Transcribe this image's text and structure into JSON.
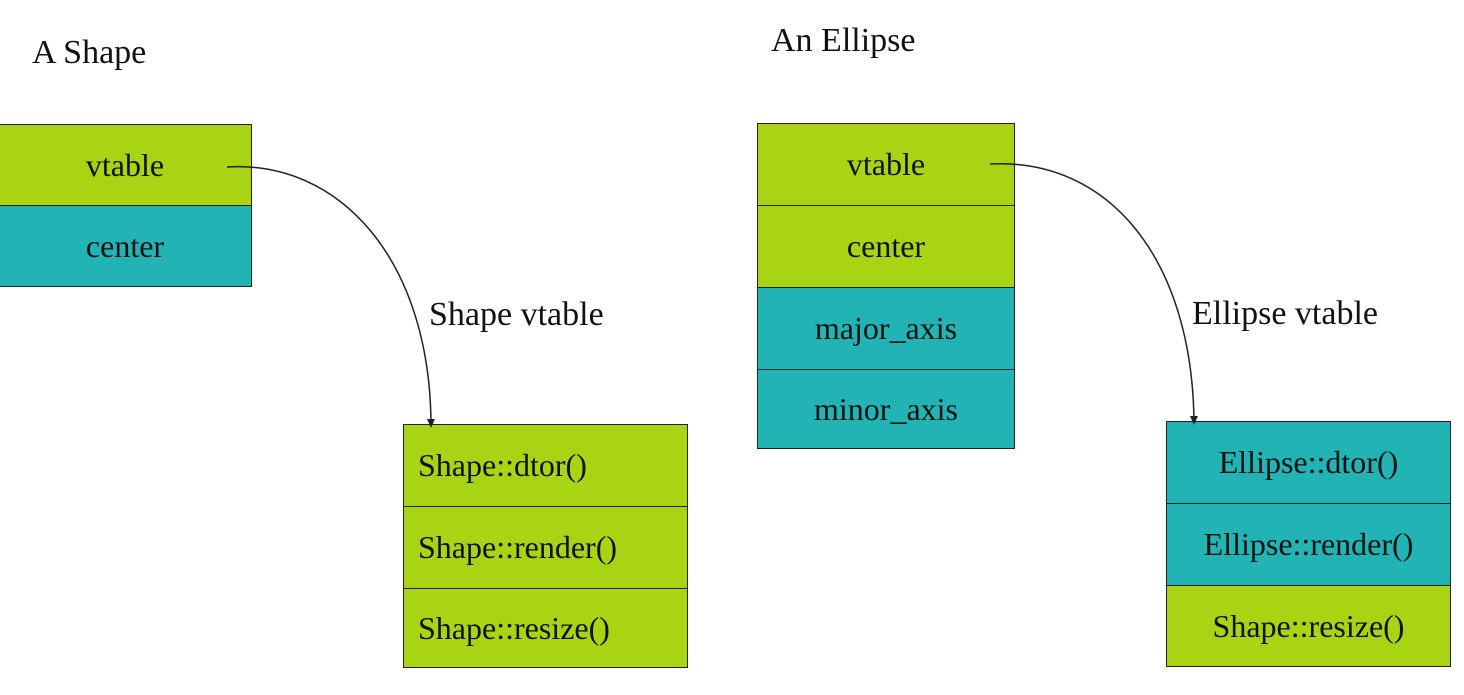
{
  "colors": {
    "field_green": "#a8d414",
    "field_teal": "#22b3b5",
    "outline": "#222222"
  },
  "shape": {
    "title": "A Shape",
    "fields": [
      {
        "label": "vtable",
        "color": "green"
      },
      {
        "label": "center",
        "color": "teal"
      }
    ],
    "vtable_title": "Shape vtable",
    "vtable_entries": [
      {
        "label": "Shape::dtor()",
        "color": "green"
      },
      {
        "label": "Shape::render()",
        "color": "green"
      },
      {
        "label": "Shape::resize()",
        "color": "green"
      }
    ]
  },
  "ellipse": {
    "title": "An Ellipse",
    "fields": [
      {
        "label": "vtable",
        "color": "green"
      },
      {
        "label": "center",
        "color": "green"
      },
      {
        "label": "major_axis",
        "color": "teal"
      },
      {
        "label": "minor_axis",
        "color": "teal"
      }
    ],
    "vtable_title": "Ellipse vtable",
    "vtable_entries": [
      {
        "label": "Ellipse::dtor()",
        "color": "teal"
      },
      {
        "label": "Ellipse::render()",
        "color": "teal"
      },
      {
        "label": "Shape::resize()",
        "color": "green"
      }
    ]
  }
}
